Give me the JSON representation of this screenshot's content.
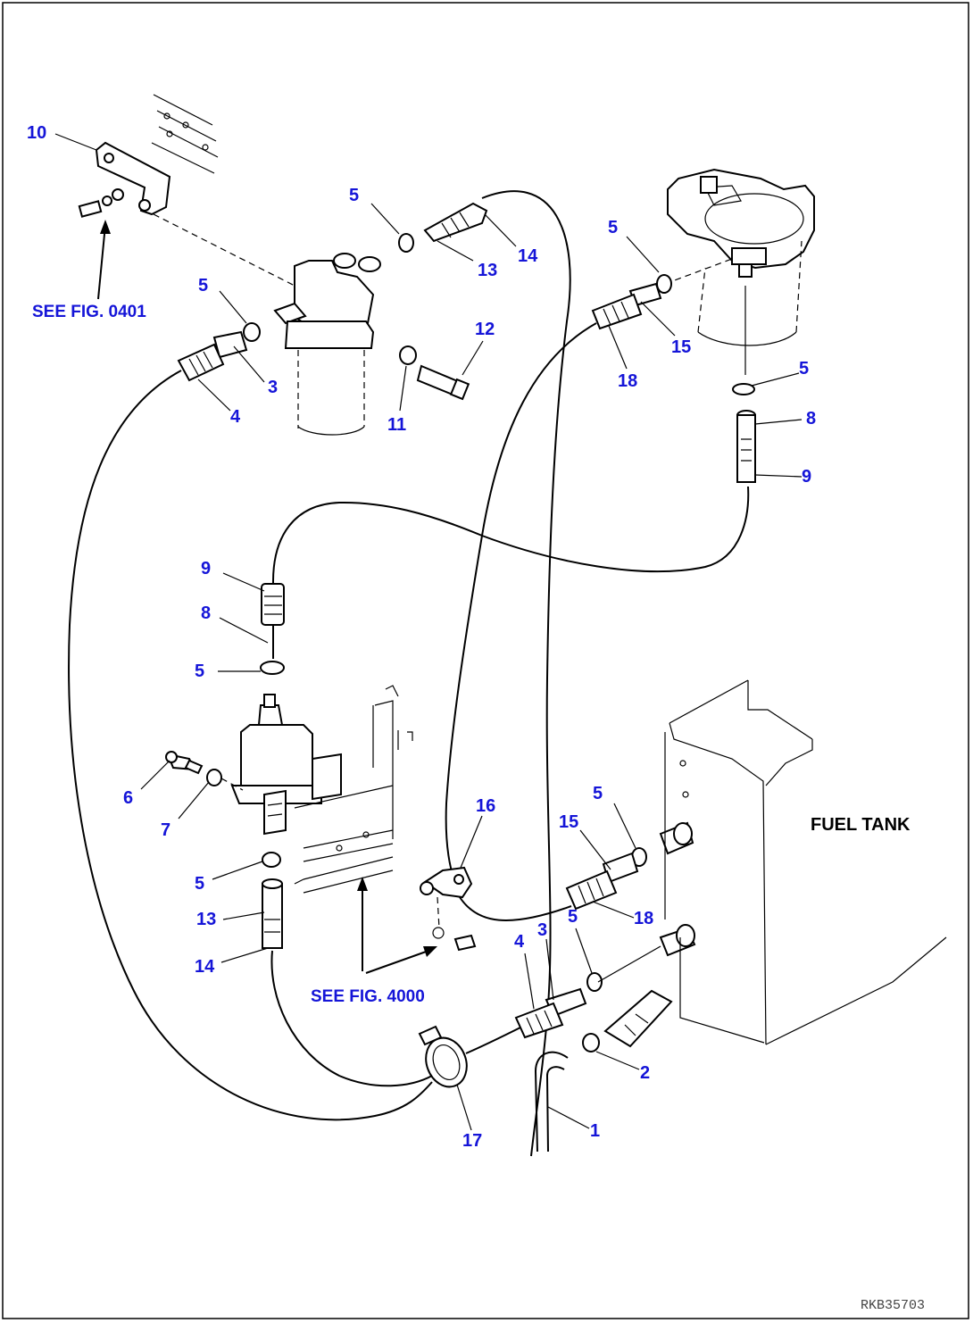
{
  "callouts": [
    {
      "text": "10"
    },
    {
      "text": "5"
    },
    {
      "text": "14"
    },
    {
      "text": "13"
    },
    {
      "text": "5"
    },
    {
      "text": "5"
    },
    {
      "text": "15"
    },
    {
      "text": "18"
    },
    {
      "text": "3"
    },
    {
      "text": "4"
    },
    {
      "text": "12"
    },
    {
      "text": "11"
    },
    {
      "text": "5"
    },
    {
      "text": "8"
    },
    {
      "text": "9"
    },
    {
      "text": "9"
    },
    {
      "text": "8"
    },
    {
      "text": "5"
    },
    {
      "text": "6"
    },
    {
      "text": "7"
    },
    {
      "text": "5"
    },
    {
      "text": "13"
    },
    {
      "text": "14"
    },
    {
      "text": "16"
    },
    {
      "text": "15"
    },
    {
      "text": "5"
    },
    {
      "text": "18"
    },
    {
      "text": "5"
    },
    {
      "text": "4"
    },
    {
      "text": "3"
    },
    {
      "text": "2"
    },
    {
      "text": "1"
    },
    {
      "text": "17"
    }
  ],
  "references": {
    "fig_0401": "SEE FIG. 0401",
    "fig_4000": "SEE FIG. 4000"
  },
  "labels": {
    "fuel_tank": "FUEL TANK"
  },
  "drawing_code": "RKB35703"
}
